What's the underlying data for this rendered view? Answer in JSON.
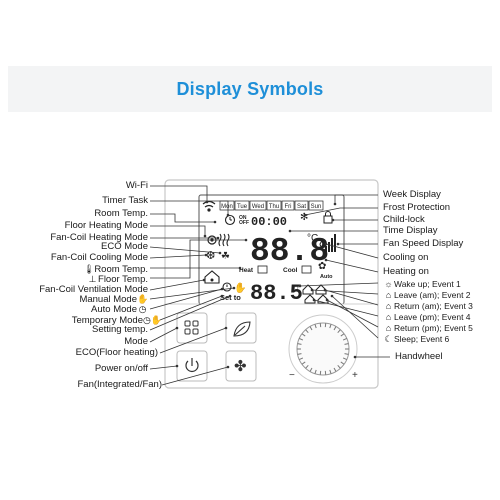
{
  "title": "Display Symbols",
  "lcd": {
    "days": [
      "Mon",
      "Tue",
      "Wed",
      "Thu",
      "Fri",
      "Sat",
      "Sun"
    ],
    "on_off": [
      "ON",
      "OFF"
    ],
    "small_digits": "00:00",
    "main_digits": "88.8",
    "celsius": "°C",
    "heat": "Heat",
    "cool": "Cool",
    "set_to": "Set to",
    "set_digits": "88.5",
    "auto": "Auto"
  },
  "left_labels": [
    {
      "name": "wifi",
      "text": "Wi-Fi"
    },
    {
      "name": "timer-task",
      "text": "Timer Task"
    },
    {
      "name": "room-temp",
      "text": "Room Temp."
    },
    {
      "name": "floor-heating-mode",
      "text": "Floor Heating Mode"
    },
    {
      "name": "fan-coil-heating-mode",
      "text": "Fan-Coil Heating Mode"
    },
    {
      "name": "eco-mode",
      "text": "ECO Mode"
    },
    {
      "name": "fan-coil-cooling-mode",
      "text": "Fan-Coil Cooling Mode"
    },
    {
      "name": "room-temp-sensor",
      "text": "Room Temp."
    },
    {
      "name": "floor-temp-sensor",
      "text": "Floor Temp."
    },
    {
      "name": "fan-coil-ventilation-mode",
      "text": "Fan-Coil Ventilation Mode"
    },
    {
      "name": "manual-mode",
      "text": "Manual Mode"
    },
    {
      "name": "auto-mode",
      "text": "Auto Mode"
    },
    {
      "name": "temporary-mode",
      "text": "Temporary Mode"
    },
    {
      "name": "setting-temp",
      "text": "Setting temp."
    },
    {
      "name": "mode",
      "text": "Mode"
    },
    {
      "name": "eco-floor-heating",
      "text": "ECO(Floor heating)"
    },
    {
      "name": "power",
      "text": "Power on/off"
    },
    {
      "name": "fan",
      "text": "Fan(Integrated/Fan)"
    }
  ],
  "right_labels": [
    {
      "name": "week-display",
      "text": "Week Display"
    },
    {
      "name": "frost-protection",
      "text": "Frost Protection"
    },
    {
      "name": "child-lock",
      "text": "Child-lock"
    },
    {
      "name": "time-display",
      "text": "Time Display"
    },
    {
      "name": "fan-speed-display",
      "text": "Fan Speed Display"
    },
    {
      "name": "cooling-on",
      "text": "Cooling on"
    },
    {
      "name": "heating-on",
      "text": "Heating on"
    },
    {
      "name": "wake-up",
      "text": "Wake up; Event 1"
    },
    {
      "name": "leave-am",
      "text": "Leave (am); Event 2"
    },
    {
      "name": "return-am",
      "text": "Return (am); Event 3"
    },
    {
      "name": "leave-pm",
      "text": "Leave (pm); Event 4"
    },
    {
      "name": "return-pm",
      "text": "Return (pm); Event 5"
    },
    {
      "name": "sleep",
      "text": "Sleep; Event 6"
    },
    {
      "name": "handwheel",
      "text": "Handwheel"
    }
  ],
  "handwheel_signs": {
    "minus": "−",
    "plus": "+"
  },
  "colors": {
    "title": "#1e8fd8",
    "banner": "#f3f4f5",
    "line": "#333333",
    "device_edge": "#c8c8c8"
  }
}
